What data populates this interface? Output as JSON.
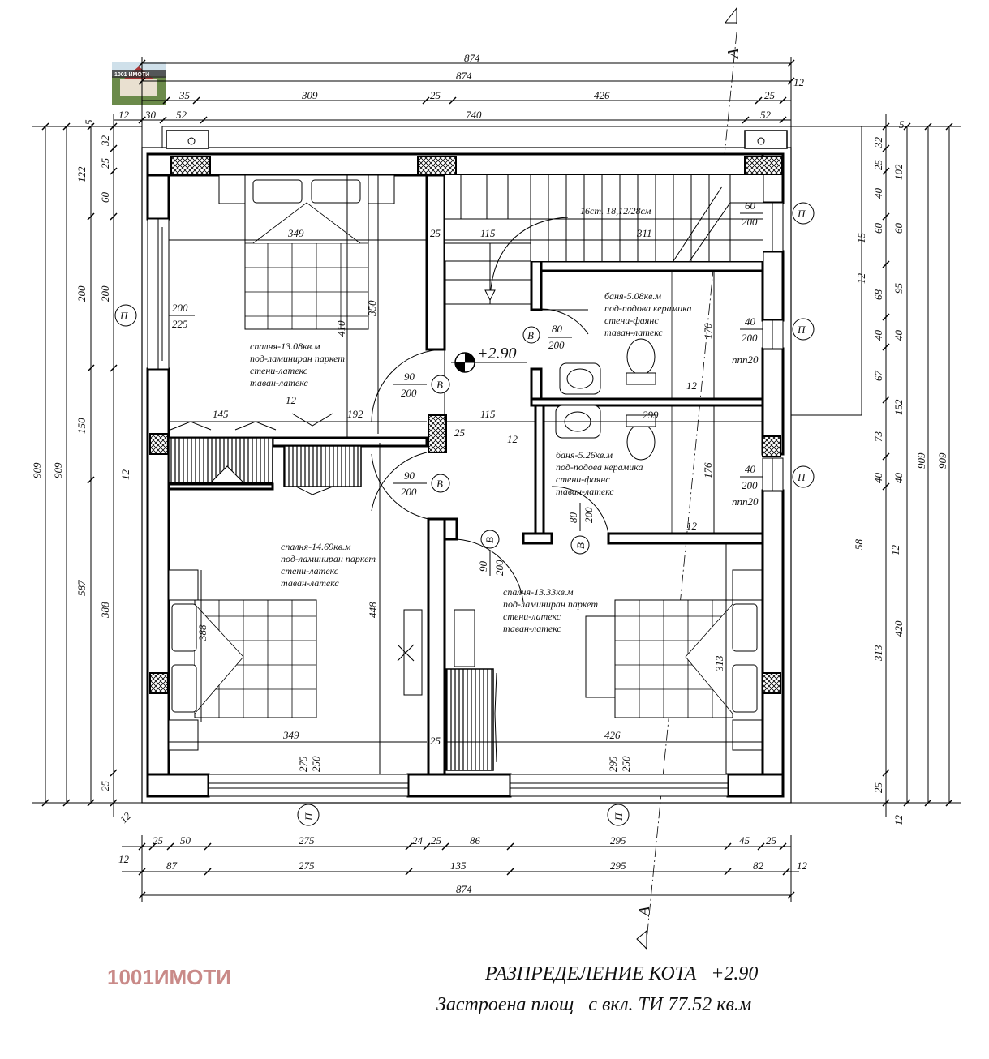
{
  "logo": {
    "text": "1001 ИМОТИ"
  },
  "watermark": "1001ИМОТИ",
  "title": {
    "line1": "РАЗПРЕДЕЛЕНИЕ КОТА   +2.90",
    "line2": "Застроена площ   с вкл. ТИ 77.52 кв.м"
  },
  "level_marker": "+2.90",
  "section_mark": "А",
  "rooms": [
    {
      "lines": [
        "спалня-13.08кв.м",
        "под-ламиниран паркет",
        "стени-латекс",
        "таван-латекс"
      ]
    },
    {
      "lines": [
        "баня-5.08кв.м",
        "под-подова керамика",
        "стени-фаянс",
        "таван-латекс"
      ]
    },
    {
      "lines": [
        "баня-5.26кв.м",
        "под-подова керамика",
        "стени-фаянс",
        "таван-латекс"
      ]
    },
    {
      "lines": [
        "спалня-14.69кв.м",
        "под-ламиниран паркет",
        "стени-латекс",
        "таван-латекс"
      ]
    },
    {
      "lines": [
        "спалня-13.33кв.м",
        "под-ламиниран паркет",
        "стени-латекс",
        "таван-латекс"
      ]
    }
  ],
  "stairs_label": "16ст. 18,12/28см",
  "top_dims": {
    "row1": [
      "874"
    ],
    "row2": [
      "874",
      "12"
    ],
    "row3": [
      "35",
      "309",
      "25",
      "426",
      "25"
    ],
    "row4": [
      "12",
      "30",
      "52",
      "740",
      "52"
    ]
  },
  "bottom_dims": {
    "row1": [
      "25",
      "50",
      "275",
      "24",
      "25",
      "86",
      "295",
      "45",
      "25"
    ],
    "row2": [
      "12",
      "87",
      "275",
      "135",
      "295",
      "82",
      "12"
    ],
    "row3": [
      "874"
    ]
  },
  "left_dims": {
    "col1": [
      "909"
    ],
    "col2": [
      "909"
    ],
    "col3": [
      "122",
      "200",
      "150",
      "587",
      "12"
    ],
    "col4": [
      "5",
      "32",
      "25",
      "60",
      "200",
      "388",
      "25",
      "12"
    ]
  },
  "right_dims": {
    "col1": [
      "5",
      "32",
      "25",
      "102",
      "40",
      "60",
      "95",
      "40",
      "67",
      "152",
      "73",
      "40",
      "420",
      "25",
      "12"
    ],
    "col2": [
      "15",
      "12",
      "68",
      "58",
      "313",
      "12"
    ],
    "col3": [
      "909"
    ],
    "col4": [
      "909"
    ]
  },
  "interior_dims": [
    "349",
    "350",
    "410",
    "311",
    "115",
    "25",
    "170",
    "145",
    "12",
    "192",
    "115",
    "25",
    "12",
    "299",
    "176",
    "448",
    "388",
    "349",
    "426",
    "25",
    "313",
    "275",
    "250",
    "295",
    "250",
    "12",
    "12"
  ],
  "windows": [
    {
      "type": "П",
      "size": [
        "60",
        "200"
      ]
    },
    {
      "type": "П",
      "size": [
        "200",
        "225"
      ]
    },
    {
      "type": "П",
      "size": [
        "40",
        "200"
      ],
      "note": "ппп20"
    },
    {
      "type": "П",
      "size": [
        "40",
        "200"
      ],
      "note": "ппп20"
    },
    {
      "type": "П",
      "size": []
    },
    {
      "type": "П",
      "size": []
    }
  ],
  "doors": [
    {
      "type": "В",
      "size": [
        "80",
        "200"
      ]
    },
    {
      "type": "В",
      "size": [
        "90",
        "200"
      ]
    },
    {
      "type": "В",
      "size": [
        "90",
        "200"
      ]
    },
    {
      "type": "В",
      "size": [
        "90",
        "200"
      ]
    },
    {
      "type": "В",
      "size": [
        "80",
        "200"
      ]
    }
  ]
}
